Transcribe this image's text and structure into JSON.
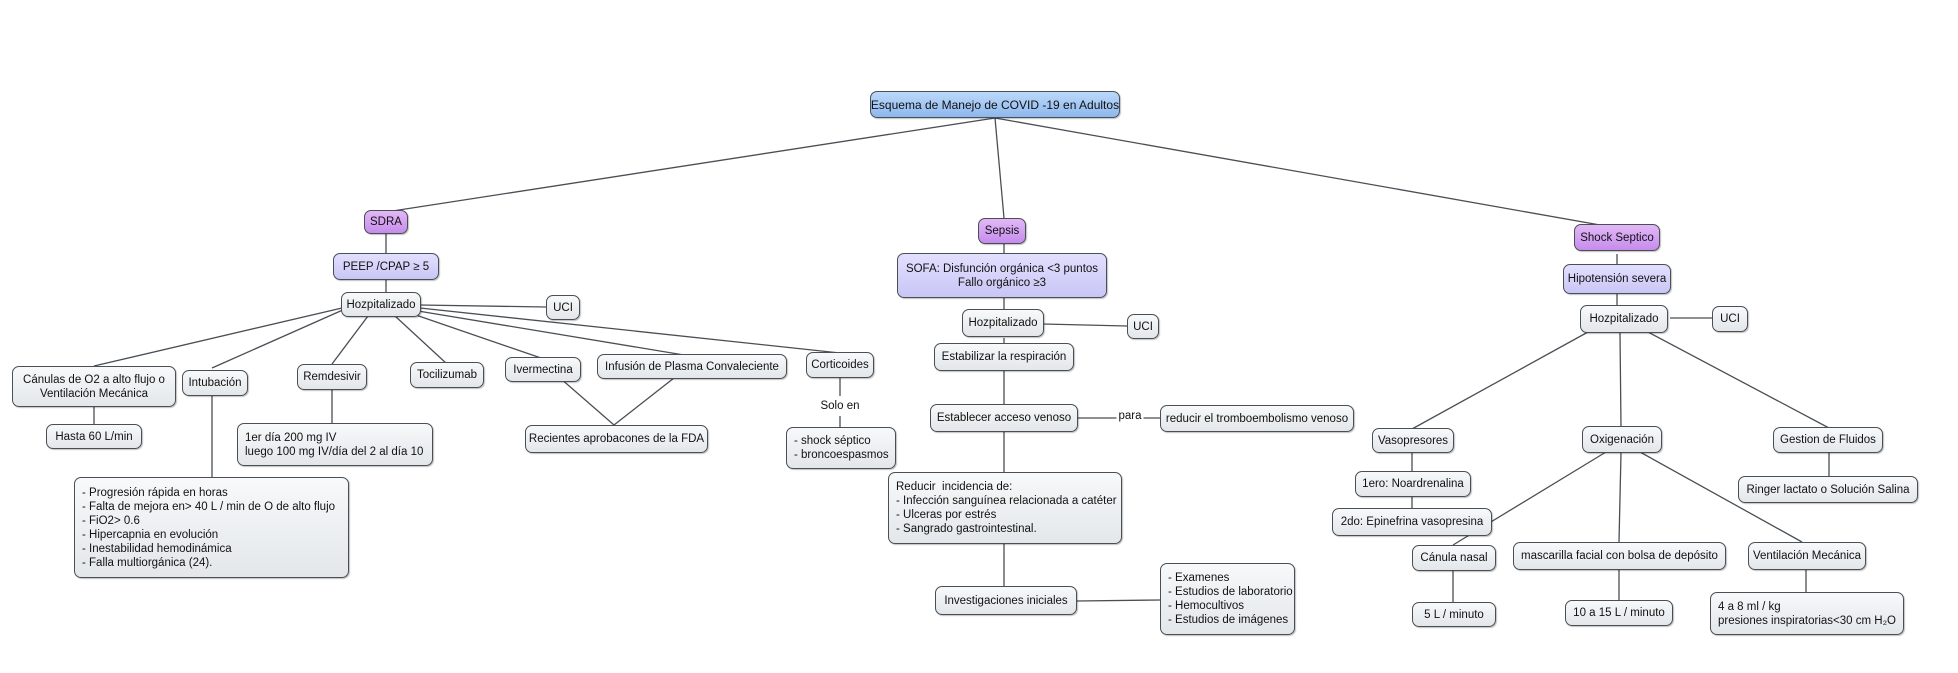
{
  "root": "Esquema de Manejo de COVID -19 en Adultos",
  "sdra": {
    "title": "SDRA",
    "peep": "PEEP /CPAP ≥ 5",
    "hosp": "Hozpitalizado",
    "uci": "UCI",
    "canulas": "Cánulas de O2 a alto flujo o\nVentilación Mecánica",
    "hasta60": "Hasta 60 L/min",
    "intubacion": "Intubación",
    "intubacion_criteria": "- Progresión rápida en horas\n- Falta de mejora en> 40 L / min de O de alto flujo\n- FiO2> 0.6\n- Hipercapnia en evolución\n- Inestabilidad hemodinámica\n- Falla multiorgánica (24).",
    "remdesivir": "Remdesivir",
    "remdesivir_dose": "1er día 200 mg IV\nluego 100 mg IV/día del 2 al día 10",
    "tocilizumab": "Tocilizumab",
    "ivermectina": "Ivermectina",
    "plasma": "Infusión de Plasma Convaleciente",
    "fda": "Recientes aprobacones de la FDA",
    "corticoides": "Corticoides",
    "solo_en": "Solo en",
    "cortico_uses": "- shock séptico\n- broncoespasmos"
  },
  "sepsis": {
    "title": "Sepsis",
    "sofa": "SOFA: Disfunción orgánica <3 puntos\nFallo orgánico ≥3",
    "hosp": "Hozpitalizado",
    "uci": "UCI",
    "respiracion": "Estabilizar la respiración",
    "acceso": "Establecer acceso venoso",
    "para": "para",
    "trombo": "reducir el tromboembolismo venoso",
    "reducir": "Reducir  incidencia de:\n- Infección sanguínea relacionada a catéter\n- Ulceras por estrés\n- Sangrado gastrointestinal.",
    "investigaciones": "Investigaciones iniciales",
    "examenes": "- Examenes\n- Estudios de laboratorio\n- Hemocultivos\n- Estudios de imágenes"
  },
  "shock": {
    "title": "Shock Septico",
    "hipotension": "Hipotensión severa",
    "hosp": "Hozpitalizado",
    "uci": "UCI",
    "vasopresores": "Vasopresores",
    "primero": "1ero: Noardrenalina",
    "segundo": "2do: Epinefrina  vasopresina",
    "oxigenacion": "Oxigenación",
    "canula": "Cánula nasal",
    "cinco": "5 L / minuto",
    "mascarilla": "mascarilla facial con bolsa de depósito",
    "diez": "10 a 15 L / minuto",
    "ventilacion": "Ventilación Mecánica",
    "ventilacion_params": "4 a 8 ml / kg\npresiones inspiratorias<30 cm H₂O",
    "fluidos": "Gestion de Fluidos",
    "ringer": "Ringer lactato o Solución Salina"
  },
  "colors": {
    "root": "#9cc4f2",
    "category": "#d3a3f2",
    "subheader": "#d8d6fb",
    "node": "#eef1f3",
    "line": "#4a4f55"
  }
}
